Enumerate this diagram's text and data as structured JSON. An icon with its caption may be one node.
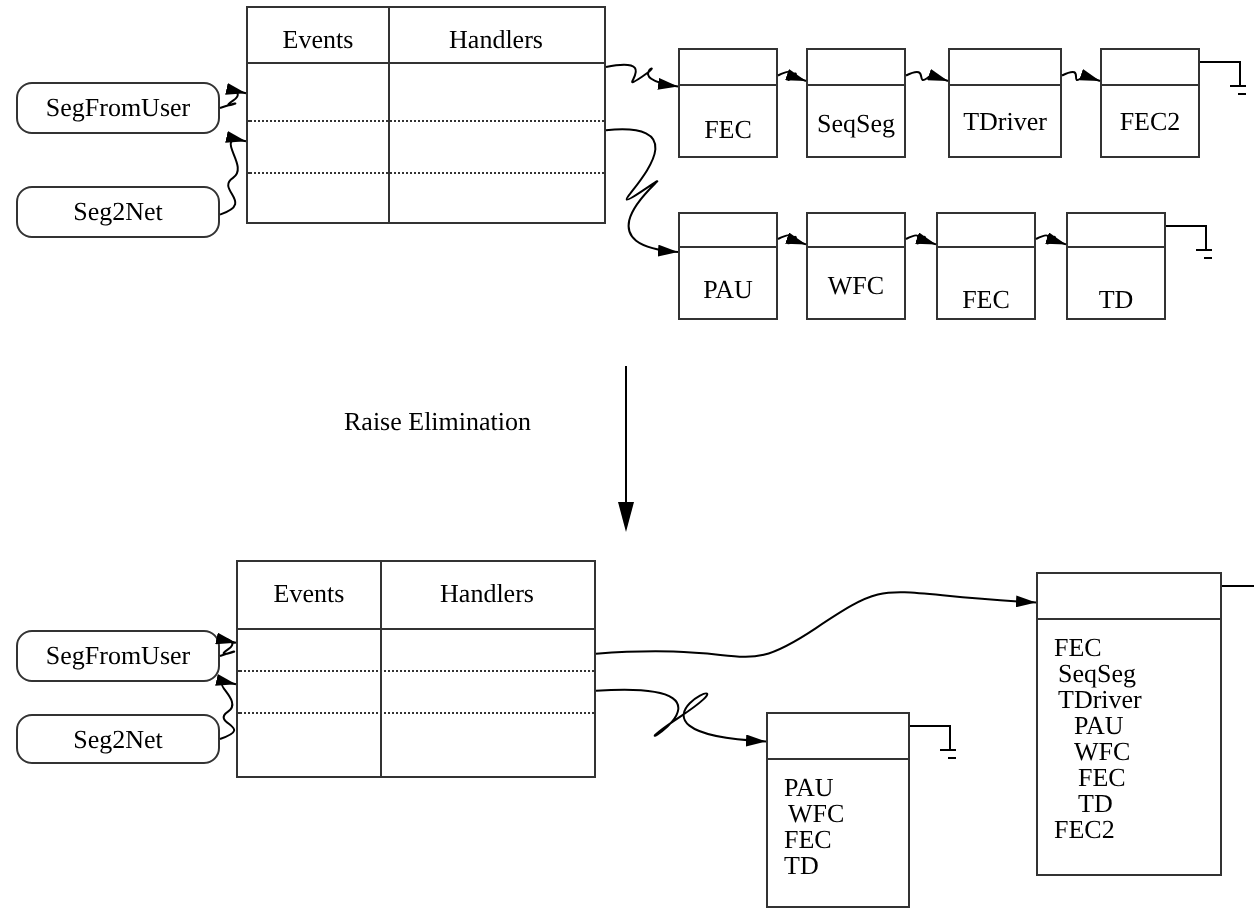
{
  "diagram": {
    "nodes": [
      {
        "text": [
          "Events",
          "Handlers"
        ]
      },
      {
        "text": [
          "SegFromUser"
        ]
      },
      {
        "text": [
          "Seg2Net"
        ]
      },
      {
        "text": [
          "FEC"
        ]
      },
      {
        "text": [
          "SeqSeg"
        ]
      },
      {
        "text": [
          "TDriver"
        ]
      },
      {
        "text": [
          "FEC2"
        ]
      },
      {
        "text": [
          "PAU"
        ]
      },
      {
        "text": [
          "WFC"
        ]
      },
      {
        "text": [
          "FEC"
        ]
      },
      {
        "text": [
          "TD"
        ]
      },
      {
        "text": [
          "Events",
          "Handlers"
        ]
      },
      {
        "text": [
          "SegFromUser"
        ]
      },
      {
        "text": [
          "Seg2Net"
        ]
      },
      {
        "text": [
          "PAU",
          "WFC",
          "FEC",
          "TD"
        ]
      },
      {
        "text": [
          "FEC",
          "SeqSeg",
          "TDriver",
          "PAU",
          "WFC",
          "FEC",
          "TD",
          "FEC2"
        ]
      }
    ],
    "edges": [
      {
        "from": 1,
        "to": 0,
        "arrow": "to"
      },
      {
        "from": 2,
        "to": 0,
        "arrow": "to"
      },
      {
        "from": 0,
        "to": 3,
        "arrow": "to"
      },
      {
        "from": 3,
        "to": 4,
        "arrow": "to"
      },
      {
        "from": 4,
        "to": 5,
        "arrow": "to"
      },
      {
        "from": 5,
        "to": 6,
        "arrow": "to"
      },
      {
        "from": 0,
        "to": 7,
        "arrow": "to"
      },
      {
        "from": 7,
        "to": 8,
        "arrow": "to"
      },
      {
        "from": 8,
        "to": 9,
        "arrow": "to"
      },
      {
        "from": 9,
        "to": 10,
        "arrow": "to"
      },
      {
        "from": 12,
        "to": 11,
        "arrow": "to"
      },
      {
        "from": 13,
        "to": 11,
        "arrow": "to"
      },
      {
        "from": 11,
        "to": 15,
        "arrow": "to"
      },
      {
        "from": 11,
        "to": 14,
        "arrow": "to"
      }
    ],
    "labels": [
      "Raise Elimination"
    ]
  }
}
